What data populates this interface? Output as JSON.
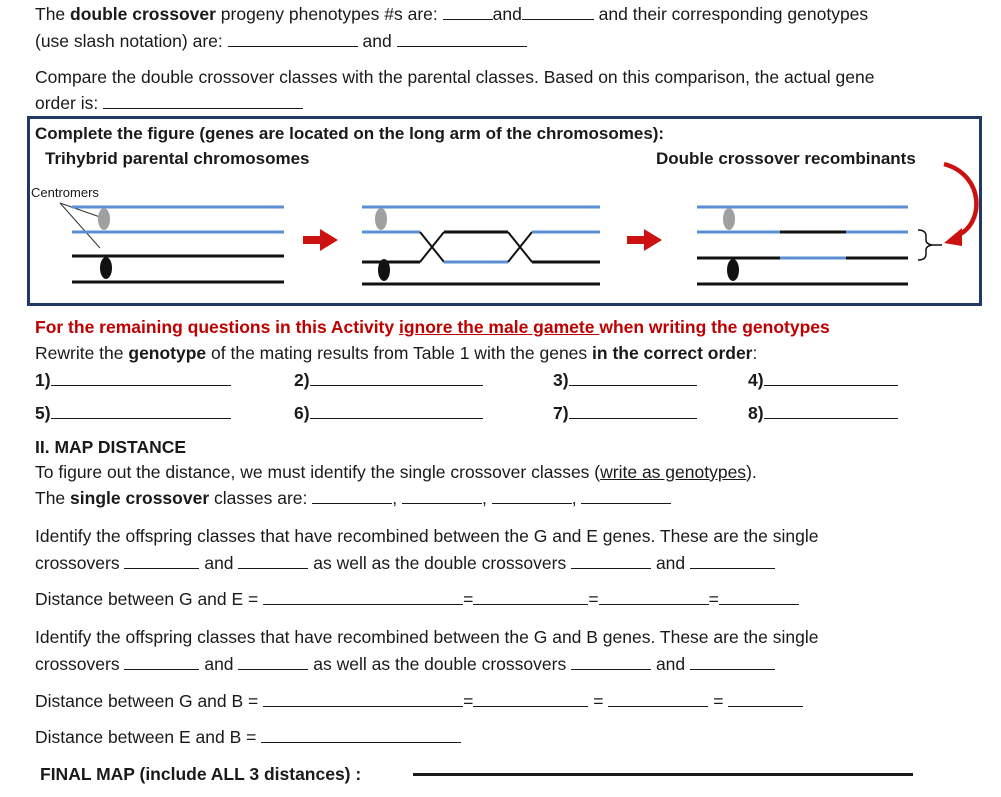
{
  "q_dco": {
    "l1_pre": "The ",
    "l1_bold": "double crossover",
    "l1_mid": " progeny phenotypes #s are: ",
    "and": "and",
    "l1_post": " and their corresponding genotypes",
    "l2": "(use slash notation) are: "
  },
  "q_order": {
    "l1": "Compare the double crossover classes with the parental classes. Based on this comparison, the actual gene",
    "l2": "order is: "
  },
  "figure": {
    "title": "Complete the figure (genes are located on the long arm of the chromosomes):",
    "left_label": "Trihybrid parental chromosomes",
    "right_label": "Double crossover recombinants",
    "centromeres_label": "Centromers",
    "colors": {
      "blue_chrom": "#5b8fd4",
      "black_chrom": "#111111",
      "arrow": "#cc1111",
      "border": "#1f3864",
      "grey_centromere": "#a0a0a0"
    }
  },
  "instructions": {
    "red_pre": "For the remaining questions in this Activity ",
    "red_underlined": "ignore the male gamete ",
    "red_post": "when writing the genotypes",
    "rewrite_pre": "Rewrite the ",
    "rewrite_bold": "genotype",
    "rewrite_mid": " of the mating results from Table 1 with the genes ",
    "rewrite_bold2": "in the correct order",
    "rewrite_post": ":"
  },
  "numbered": [
    "1)",
    "2)",
    "3)",
    "4)",
    "5)",
    "6)",
    "7)",
    "8)"
  ],
  "map_distance": {
    "heading": "II. MAP DISTANCE",
    "intro_pre": "To figure out the distance, we must identify the single crossover classes (",
    "intro_u": "write as genotypes",
    "intro_post": ").",
    "sco_pre": "The ",
    "sco_bold": "single crossover",
    "sco_post": " classes are: "
  },
  "ge": {
    "l1": "Identify the offspring classes that have recombined between the G and E genes. These are the single",
    "l2_a": "crossovers ",
    "and": "and",
    "l2_b": "as well as the double crossovers ",
    "distance": "Distance between G and E = "
  },
  "gb": {
    "l1": "Identify the offspring classes that have recombined between the G and B genes. These are the single",
    "l2_a": "crossovers ",
    "and": "and",
    "l2_b": "as well as the double crossovers ",
    "distance": "Distance between G and B = "
  },
  "eb": {
    "distance": "Distance between E and B = "
  },
  "eq": "=",
  "final": {
    "label": "FINAL MAP (include ALL 3 distances) :"
  }
}
